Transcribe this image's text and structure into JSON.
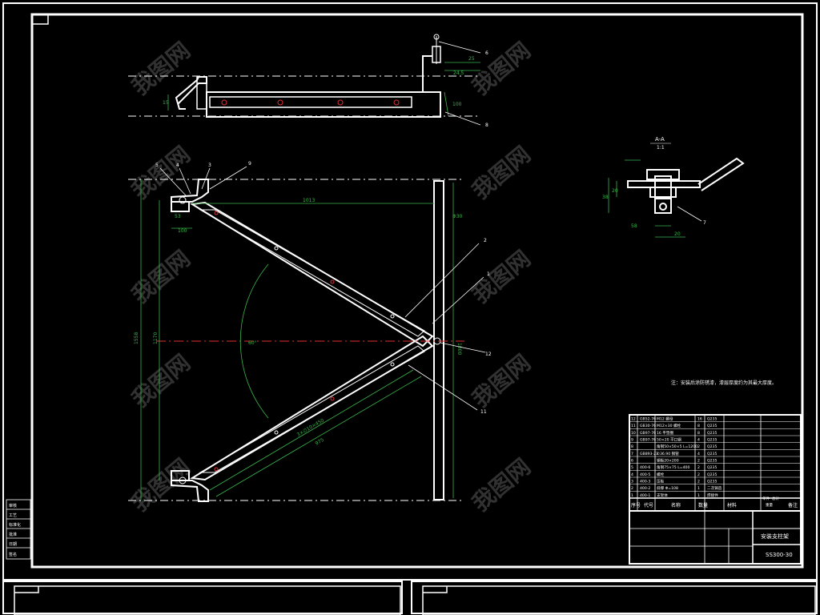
{
  "section": {
    "title": "A-A",
    "scale": "1:1"
  },
  "top_view_dims": [
    "25",
    "24.5",
    "15",
    "100"
  ],
  "front_dims": {
    "length": "1013",
    "height_total": "1558",
    "height_inner": "1170",
    "pole": "Φ30",
    "pole_len": "1000",
    "foot_a": "53",
    "foot_b": "100",
    "angle": "60°",
    "arm_len": "975",
    "arm_spec": "3×∅10×450"
  },
  "section_dims": [
    "38",
    "20",
    "58",
    "20"
  ],
  "balloons": [
    "6",
    "8",
    "5",
    "4",
    "3",
    "9",
    "2",
    "1",
    "12",
    "11",
    "7"
  ],
  "note": "注：安装后涂防锈漆，漆层厚度约为其最大厚度。",
  "bom": {
    "rows": [
      {
        "no": "12",
        "code": "GB52-76",
        "name": "M12 螺母",
        "qty": "16",
        "mat": "Q235"
      },
      {
        "no": "11",
        "code": "GB30-76",
        "name": "M12×30 螺栓",
        "qty": "8",
        "mat": "Q235"
      },
      {
        "no": "10",
        "code": "GB97-76",
        "name": "16 平垫圈",
        "qty": "8",
        "mat": "Q235"
      },
      {
        "no": "9",
        "code": "GB97-76",
        "name": "50×20 平口钢",
        "qty": "4",
        "mat": "Q235"
      },
      {
        "no": "8",
        "code": "",
        "name": "角钢50×50×5 L=1200",
        "qty": "2",
        "mat": "Q235"
      },
      {
        "no": "7",
        "code": "GB893-23",
        "name": "∅36.90 钢管",
        "qty": "4",
        "mat": "Q235"
      },
      {
        "no": "6",
        "code": "",
        "name": "钢板20×200",
        "qty": "2",
        "mat": "Q235"
      },
      {
        "no": "5",
        "code": "400-6",
        "name": "角钢75×75 L=400",
        "qty": "2",
        "mat": "Q235"
      },
      {
        "no": "4",
        "code": "400-5",
        "name": "螺栓",
        "qty": "2",
        "mat": "Q235"
      },
      {
        "no": "3",
        "code": "400-3",
        "name": "压板",
        "qty": "2",
        "mat": "Q235"
      },
      {
        "no": "2",
        "code": "400-2",
        "name": "斜撑 Φ=108",
        "qty": "1",
        "mat": "二次铸造"
      },
      {
        "no": "1",
        "code": "400-1",
        "name": "支架体",
        "qty": "1",
        "mat": "焊接件"
      }
    ],
    "header": [
      "序号",
      "代号",
      "名称",
      "数量",
      "材料",
      "单件",
      "总计",
      "重量",
      "备注"
    ],
    "title": "安装支柱架",
    "drawing_no": "SS300-30"
  },
  "left_strip": [
    "审核",
    "工艺",
    "标准化",
    "批准",
    "日期",
    "签名"
  ],
  "watermark": "我图网"
}
